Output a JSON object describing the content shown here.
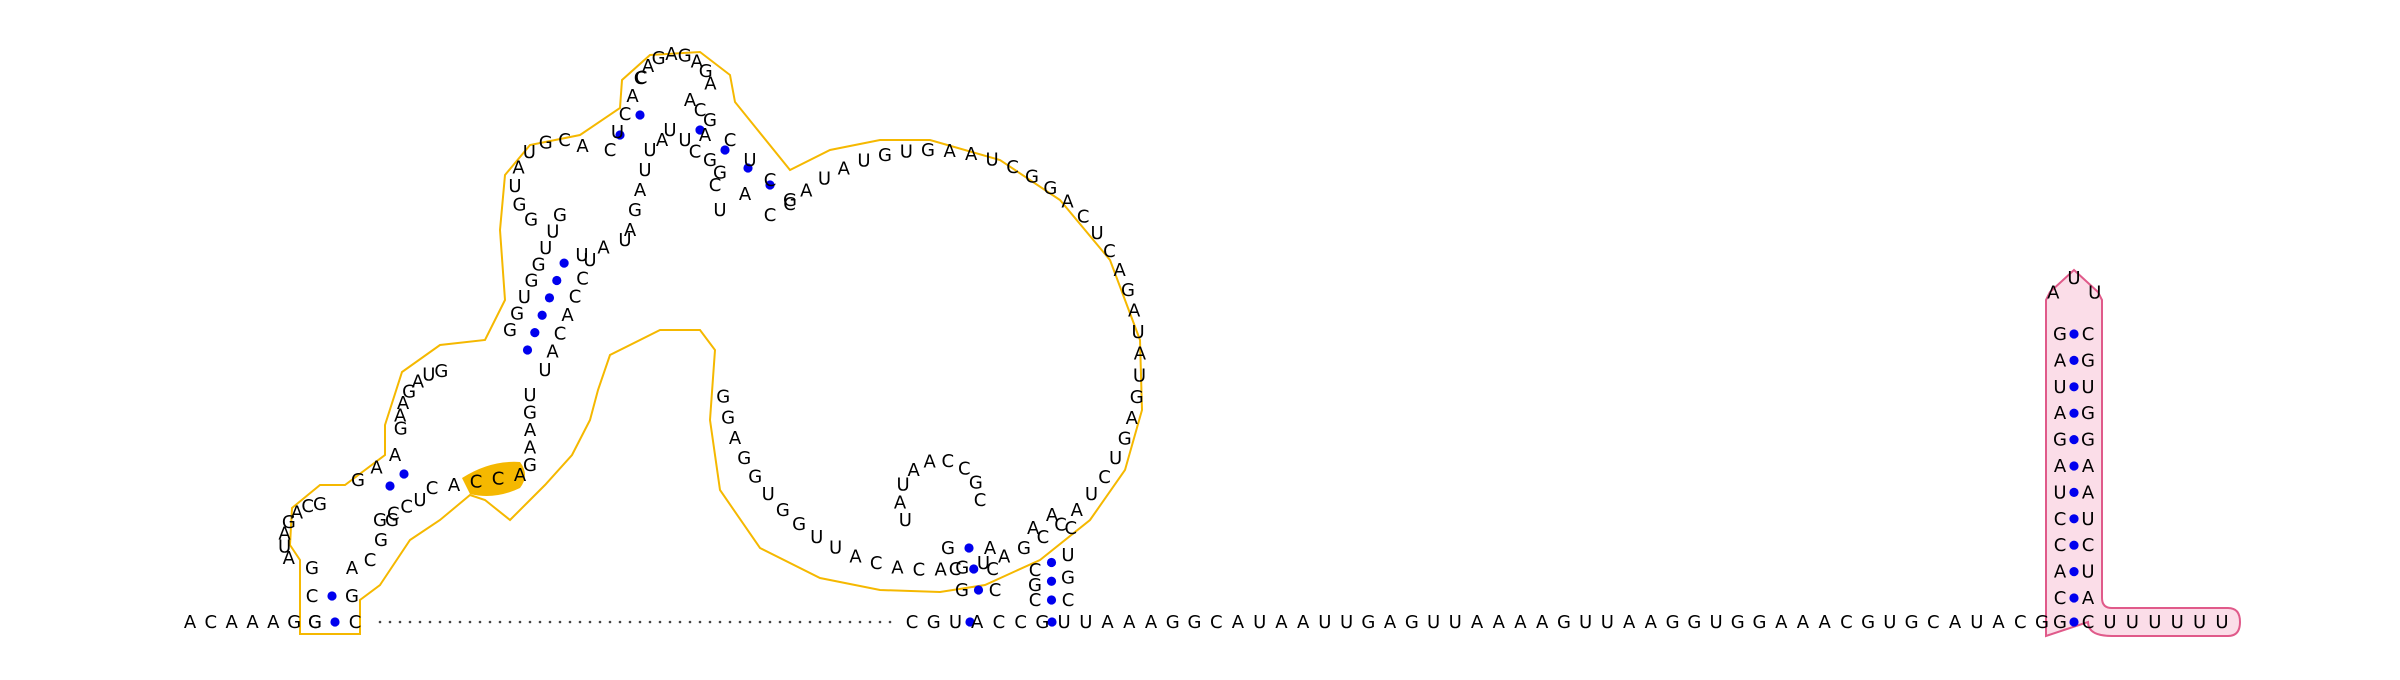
{
  "molecule": {
    "five_prime_leader": "ACAAAGG",
    "linker_three_prime": "CGUACCGUUAAAGGCAUAAUUGAGUUAAAAGUUAAGGUGGAAACGUGCAUACG",
    "terminator_stem_five": "GAUAGAUCCAC",
    "terminator_loop": "AUU",
    "terminator_stem_three": "AUCUAAGGUGC",
    "poly_u_tail": "UUUUUU",
    "hairpin_small_loop": "UAUAACCGC",
    "hairpin_small_stem_a": "GCG",
    "hairpin_small_stem_b": "ACC",
    "hairpin_right_stem": "CGCUGA",
    "big_loop": "CAUAUGUGAAUCGGACUCAGAUAUGAGUCUACCGAUGACACAUUGGUGGAGG",
    "domain_upper": "CAGAGAGAGCUCAUAAGAUGCAUGGUGGUUAGAGAAGCAGCAUCC",
    "domain_lower": "GACGGAUACUCGGC",
    "highlighted_segment": "ACCA"
  },
  "colors": {
    "main_domain_outline": "#f5b800",
    "main_domain_highlight": "#f5b800",
    "terminator_outline": "#e05a8a",
    "terminator_fill": "#fbdde8",
    "base_pair_dot": "#0000ee"
  }
}
